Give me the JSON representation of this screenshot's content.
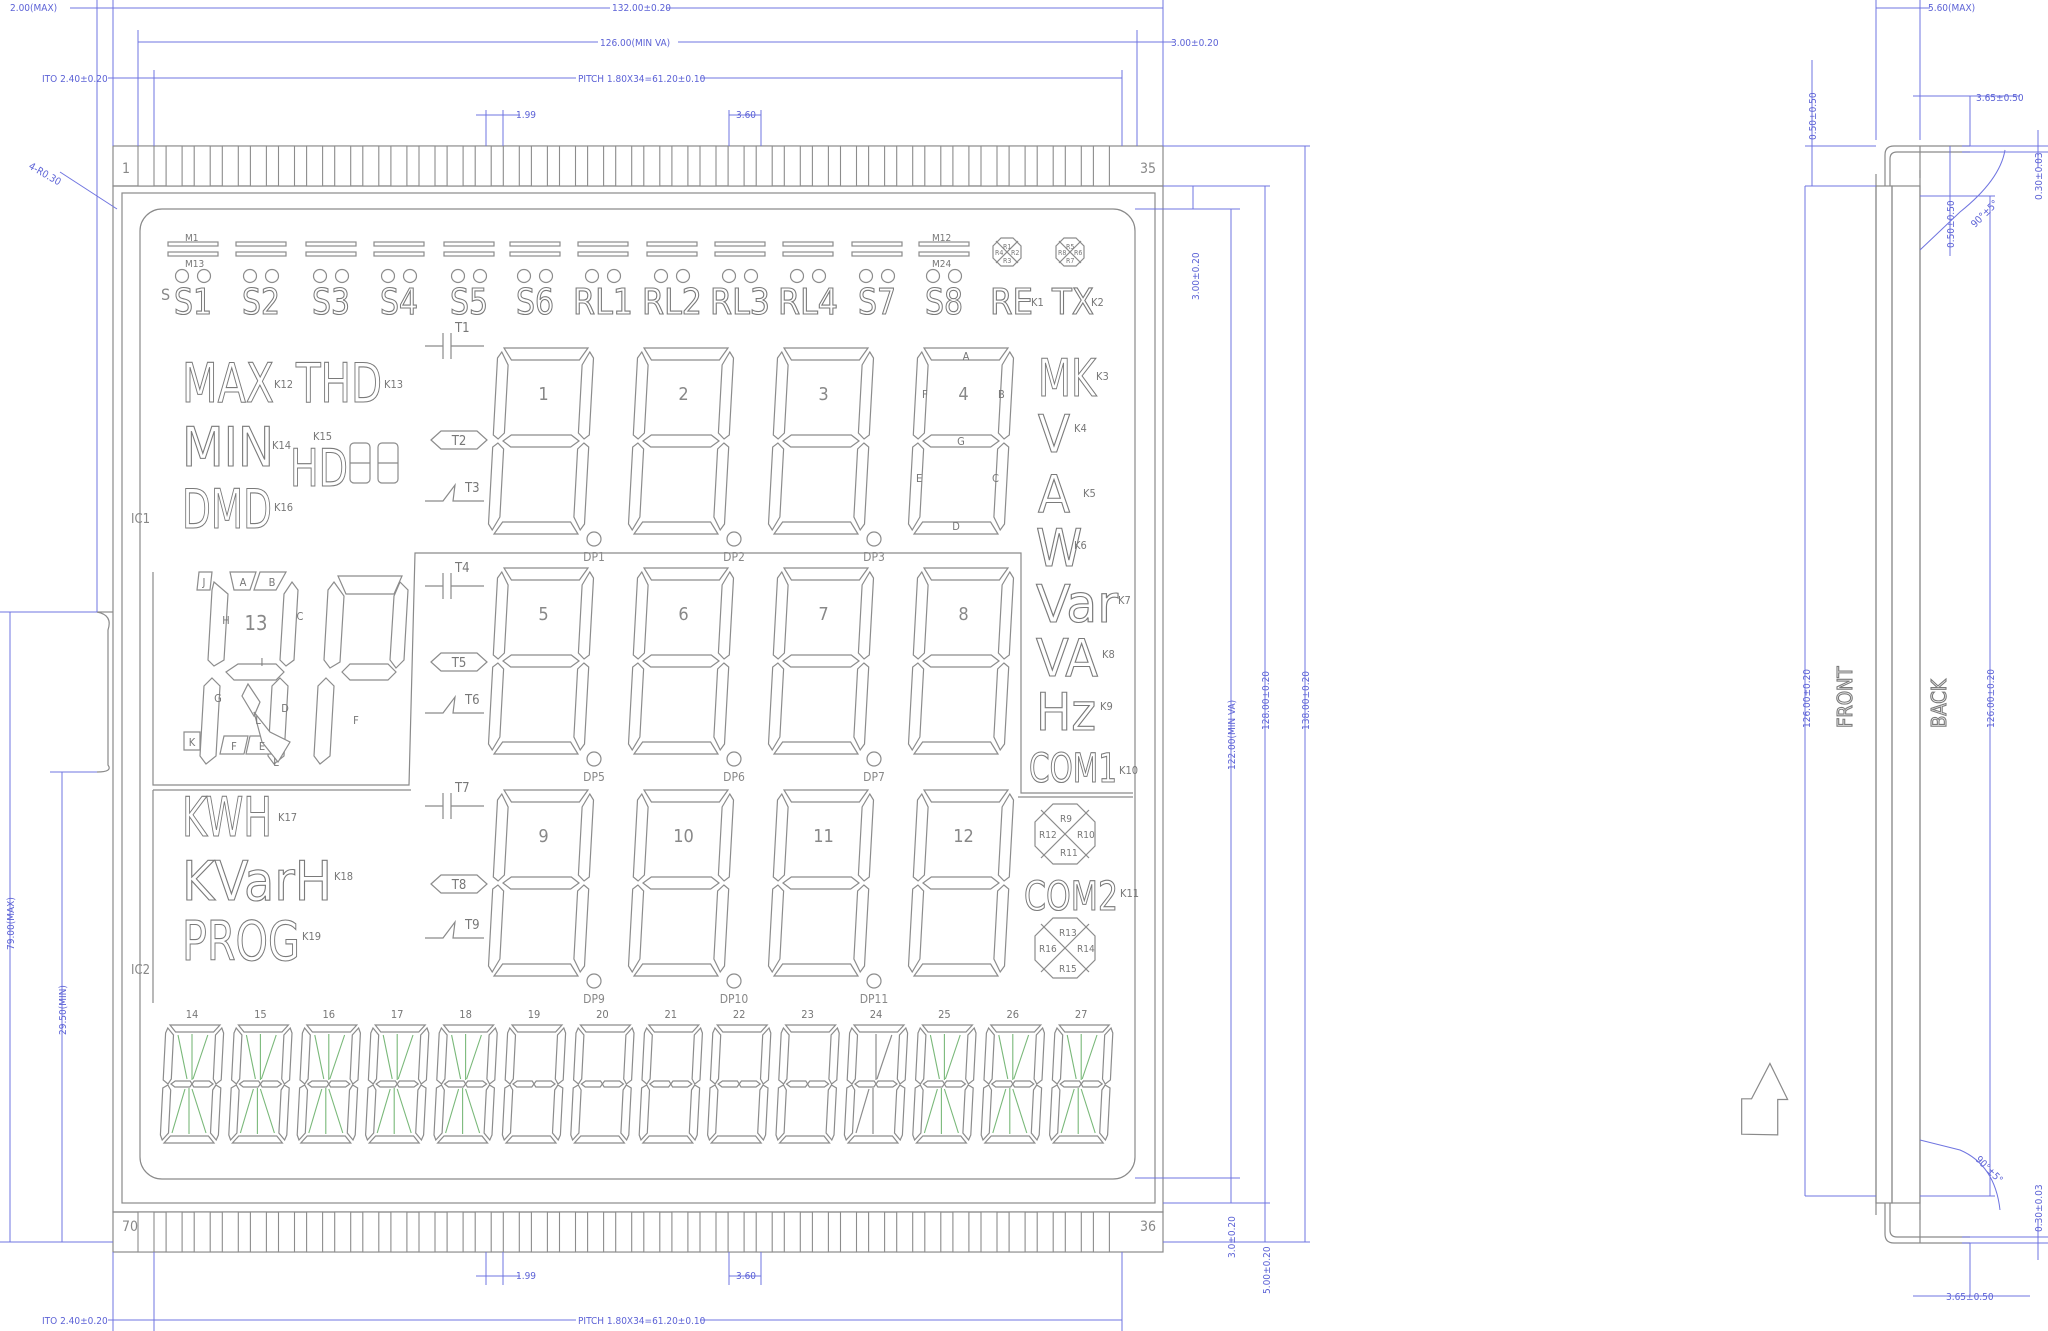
{
  "dimensions": {
    "max_left": "2.00(MAX)",
    "overall_width": "132.00±0.20",
    "view_area_width": "126.00(MIN VA)",
    "right_margin": "3.00±0.20",
    "pin_offset_top": "ITO 2.40±0.20",
    "pin_pitch_top": "PITCH 1.80X34=61.20±0.10",
    "pin_width_top": "1.99",
    "pin_spacing_top": "3.60",
    "corner_radius": "4-R0.30",
    "pin_offset_bottom": "ITO 2.40±0.20",
    "pin_pitch_bottom": "PITCH 1.80X34=61.20±0.10",
    "pin_width_bottom": "1.99",
    "pin_spacing_bottom": "3.60",
    "top_margin_va": "3.00±0.20",
    "va_height": "122.00(MIN VA)",
    "glass_height": "128.00±0.20",
    "overall_height": "138.00±0.20",
    "bottom_margin_va": "3.0±0.20",
    "bottom_lead": "5.00±0.20",
    "left_height_max": "79.00(MAX)",
    "left_height_min": "29.50(MIN)",
    "side_thickness": "5.60(MAX)",
    "side_pin_len_top": "3.65±0.50",
    "side_lead_top": "0.50±0.50",
    "side_bend_small": "0.50±0.50",
    "side_thk_top": "0.30±0.03",
    "side_angle_top": "90°±5°",
    "side_front_height": "126.00±0.20",
    "side_back_height": "126.00±0.20",
    "side_angle_bottom": "90°±5°",
    "side_thk_bottom": "0.30±0.03",
    "side_pin_len_bottom": "3.65±0.50",
    "front_label": "FRONT",
    "back_label": "BACK"
  },
  "pins": {
    "top_first": "1",
    "top_last": "35",
    "bottom_first": "70",
    "bottom_last": "36"
  },
  "indicators": {
    "m_top_left": "M1",
    "m_bottom_left": "M13",
    "m_top_right": "M12",
    "m_bottom_right": "M24",
    "s_prefix": "S",
    "channels": [
      "S1",
      "S2",
      "S3",
      "S4",
      "S5",
      "S6",
      "RL1",
      "RL2",
      "RL3",
      "RL4",
      "S7",
      "S8"
    ],
    "re": "RE",
    "re_k": "K1",
    "tx": "TX",
    "tx_k": "K2",
    "r_small_left": [
      "R1",
      "R2",
      "R3",
      "R4"
    ],
    "r_small_right": [
      "R5",
      "R6",
      "R7",
      "R8"
    ]
  },
  "left_labels": {
    "max": "MAX",
    "max_k": "K12",
    "thd": "THD",
    "thd_k": "K13",
    "min": "MIN",
    "min_k": "K14",
    "hd_k": "K15",
    "hd": "HD",
    "dmd": "DMD",
    "dmd_k": "K16",
    "kwh": "KWH",
    "kwh_k": "K17",
    "kvarh": "KVarH",
    "kvarh_k": "K18",
    "prog": "PROG",
    "prog_k": "K19",
    "ic1": "IC1",
    "ic2": "IC2"
  },
  "t_symbols": [
    "T1",
    "T2",
    "T3",
    "T4",
    "T5",
    "T6",
    "T7",
    "T8",
    "T9"
  ],
  "digits": {
    "labels": [
      "1",
      "2",
      "3",
      "4",
      "5",
      "6",
      "7",
      "8",
      "9",
      "10",
      "11",
      "12"
    ],
    "dp": [
      "DP1",
      "DP2",
      "DP3",
      "DP5",
      "DP6",
      "DP7",
      "DP9",
      "DP10",
      "DP11"
    ],
    "seg_a": "A",
    "seg_b": "B",
    "seg_c": "C",
    "seg_d": "D",
    "seg_e": "E",
    "seg_f": "F",
    "seg_g": "G"
  },
  "big_digit": {
    "number": "13",
    "segs": [
      "J",
      "A",
      "B",
      "H",
      "C",
      "I",
      "G",
      "D",
      "L",
      "K",
      "F",
      "E",
      "L",
      "F"
    ]
  },
  "right_units": {
    "mk": "MK",
    "mk_k": "K3",
    "v": "V",
    "v_k": "K4",
    "a": "A",
    "a_k": "K5",
    "w": "W",
    "w_k": "K6",
    "var": "Var",
    "var_k": "K7",
    "va": "VA",
    "va_k": "K8",
    "hz": "Hz",
    "hz_k": "K9",
    "com1": "COM1",
    "com1_k": "K10",
    "com2": "COM2",
    "com2_k": "K11",
    "r_top": [
      "R9",
      "R10",
      "R11",
      "R12"
    ],
    "r_bottom": [
      "R13",
      "R14",
      "R15",
      "R16"
    ]
  },
  "alnum": {
    "labels": [
      "14",
      "15",
      "16",
      "17",
      "18",
      "19",
      "20",
      "21",
      "22",
      "23",
      "24",
      "25",
      "26",
      "27"
    ]
  }
}
